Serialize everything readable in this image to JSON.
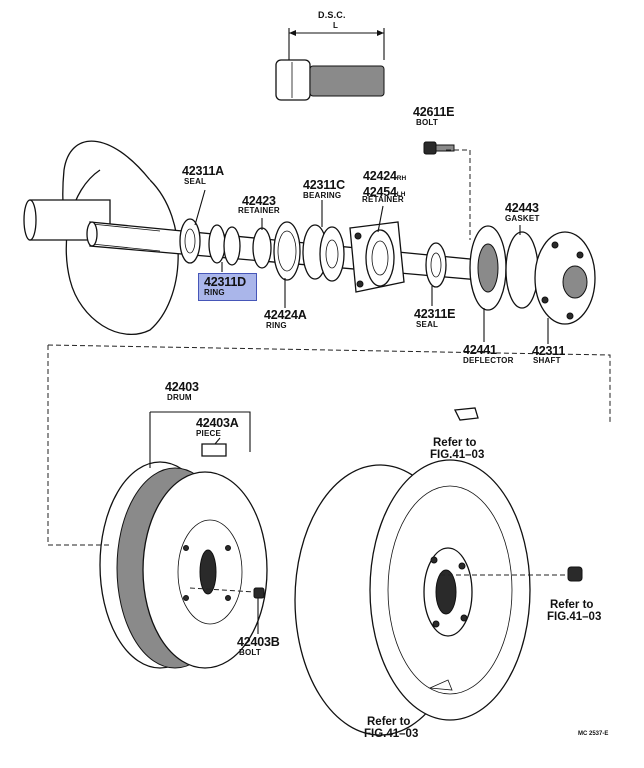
{
  "header": {
    "dsc": "D.S.C.",
    "length": "L"
  },
  "parts": {
    "bolt_42611e": {
      "number": "42611E",
      "name": "BOLT"
    },
    "seal_42311a": {
      "number": "42311A",
      "name": "SEAL"
    },
    "retainer_42423": {
      "number": "42423",
      "name": "RETAINER"
    },
    "bearing_42311c": {
      "number": "42311C",
      "name": "BEARING"
    },
    "retainer_42424": {
      "number_a": "42424",
      "code_a": "RH",
      "number_b": "42454",
      "code_b": "LH",
      "name": "RETAINER"
    },
    "gasket_42443": {
      "number": "42443",
      "name": "GASKET"
    },
    "ring_42311d": {
      "number": "42311D",
      "name": "RING"
    },
    "ring_42424a": {
      "number": "42424A",
      "name": "RING"
    },
    "seal_42311e": {
      "number": "42311E",
      "name": "SEAL"
    },
    "deflector_42441": {
      "number": "42441",
      "name": "DEFLECTOR"
    },
    "shaft_42311": {
      "number": "42311",
      "name": "SHAFT"
    },
    "drum_42403": {
      "number": "42403",
      "name": "DRUM"
    },
    "piece_42403a": {
      "number": "42403A",
      "name": "PIECE"
    },
    "bolt_42403b": {
      "number": "42403B",
      "name": "BOLT"
    }
  },
  "references": [
    {
      "line1": "Refer to",
      "line2": "FIG.41–03"
    },
    {
      "line1": "Refer to",
      "line2": "FIG.41–03"
    },
    {
      "line1": "Refer to",
      "line2": "FIG.41–03"
    }
  ],
  "diagram_code": "MC 2537-E",
  "colors": {
    "ink": "#111111",
    "highlight": "#aab6ea",
    "highlight_border": "#4656b8"
  }
}
